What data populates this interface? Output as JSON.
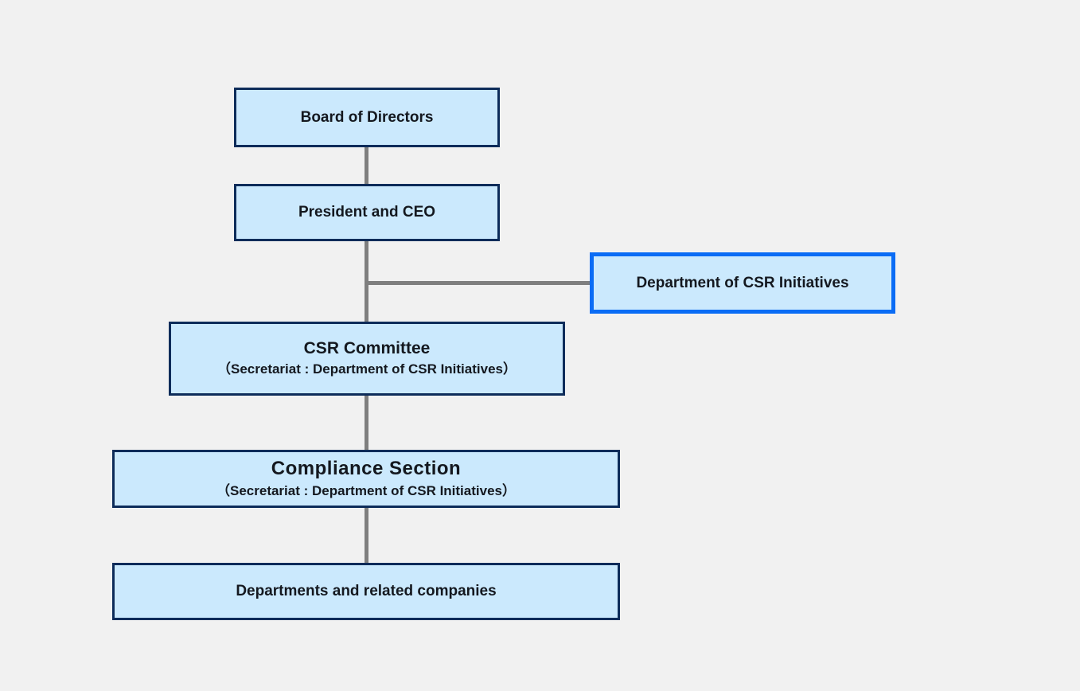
{
  "diagram": {
    "type": "org-chart",
    "background_color": "#f1f1f1",
    "connector_color": "#7f7f7f",
    "box_fill_color": "#cbe9fd",
    "box_border_color": "#0d2c5a",
    "highlight_border_color": "#0a6cf5",
    "text_color": "#14181f",
    "nodes": {
      "board": {
        "label": "Board of Directors"
      },
      "president": {
        "label": "President and CEO"
      },
      "csr_dept": {
        "label": "Department of CSR Initiatives",
        "highlighted": true
      },
      "csr_committee": {
        "label": "CSR Committee",
        "sublabel": "（Secretariat : Department of CSR Initiatives）"
      },
      "compliance": {
        "label": "Compliance Section",
        "sublabel": "（Secretariat : Department of CSR Initiatives）"
      },
      "departments": {
        "label": "Departments and related companies"
      }
    },
    "edges": [
      {
        "from": "board",
        "to": "president"
      },
      {
        "from": "president",
        "to": "csr_committee"
      },
      {
        "from": "president",
        "to": "csr_dept",
        "style": "side-branch"
      },
      {
        "from": "csr_committee",
        "to": "compliance"
      },
      {
        "from": "compliance",
        "to": "departments"
      }
    ]
  }
}
